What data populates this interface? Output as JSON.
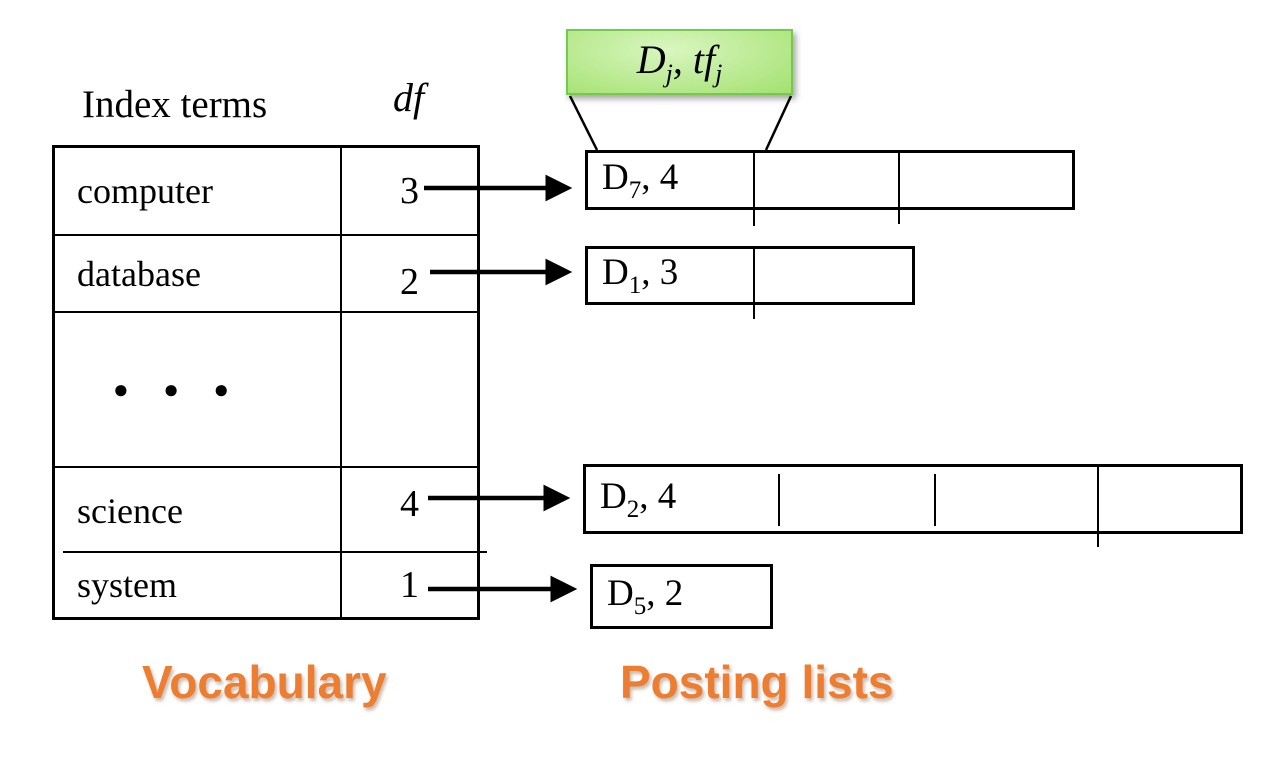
{
  "vocab_table": {
    "col_headers": {
      "terms": "Index terms",
      "df": "df"
    },
    "rows": [
      {
        "term": "computer",
        "df": "3"
      },
      {
        "term": "database",
        "df": "2"
      },
      {
        "term": "● ● ●",
        "df": ""
      },
      {
        "term": "science",
        "df": "4"
      },
      {
        "term": "system",
        "df": "1"
      }
    ]
  },
  "callout": {
    "d": "D",
    "d_sub": "j",
    "sep": ", ",
    "tf": "tf",
    "tf_sub": "j"
  },
  "posting_lists": [
    {
      "term": "computer",
      "doc": "D",
      "doc_sub": "7",
      "rest": ", 4",
      "total_cells": 3
    },
    {
      "term": "database",
      "doc": "D",
      "doc_sub": "1",
      "rest": ", 3",
      "total_cells": 2
    },
    {
      "term": "science",
      "doc": "D",
      "doc_sub": "2",
      "rest": ", 4",
      "total_cells": 4
    },
    {
      "term": "system",
      "doc": "D",
      "doc_sub": "5",
      "rest": ", 2",
      "total_cells": 1
    }
  ],
  "labels": {
    "vocabulary": "Vocabulary",
    "posting_lists": "Posting lists"
  },
  "colors": {
    "line": "#000000",
    "label_orange": "#ED7D31",
    "callout_fill_light": "#d9f6c0",
    "callout_fill_dark": "#a6e273",
    "callout_border": "#76c94e"
  }
}
